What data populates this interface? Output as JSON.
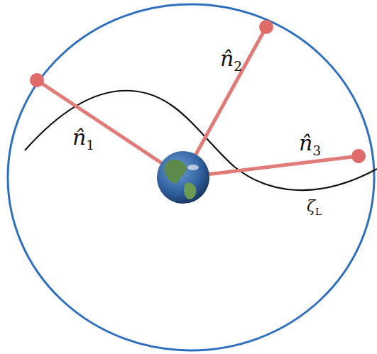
{
  "diagram": {
    "labels": [
      "n̂1",
      "n̂2",
      "n̂3",
      "ζL"
    ]
  }
}
